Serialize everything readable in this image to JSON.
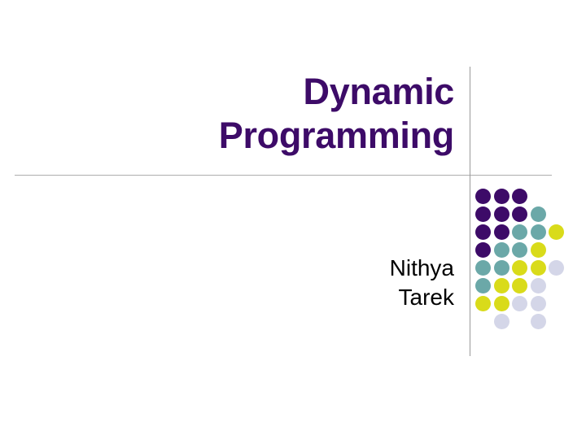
{
  "slide": {
    "title_lines": [
      "Dynamic",
      "Programming"
    ],
    "subtitle_lines": [
      "Nithya",
      "Tarek"
    ],
    "title_color": "#3d0b68",
    "subtitle_color": "#000000",
    "background_color": "#ffffff",
    "rule_color": "#aeaeae"
  },
  "decoration": {
    "name": "dot-grid",
    "columns": 5,
    "rows": 8,
    "palette": {
      "purple": "#3d0b68",
      "teal": "#6ba8a8",
      "yellow": "#d9db1a",
      "lavender": "#d4d6e8"
    },
    "grid": [
      [
        "purple",
        "purple",
        "purple",
        null,
        null
      ],
      [
        "purple",
        "purple",
        "purple",
        "teal",
        null
      ],
      [
        "purple",
        "purple",
        "teal",
        "teal",
        "yellow"
      ],
      [
        "purple",
        "teal",
        "teal",
        "yellow",
        null
      ],
      [
        "teal",
        "teal",
        "yellow",
        "yellow",
        "lavender"
      ],
      [
        "teal",
        "yellow",
        "yellow",
        "lavender",
        null
      ],
      [
        "yellow",
        "yellow",
        "lavender",
        "lavender",
        null
      ],
      [
        null,
        "lavender",
        null,
        "lavender",
        null
      ]
    ]
  }
}
